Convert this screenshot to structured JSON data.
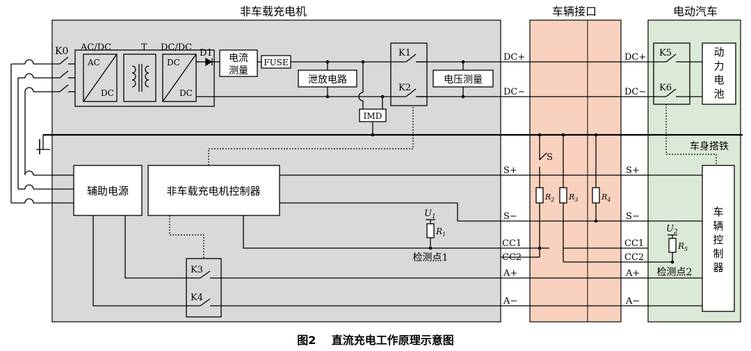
{
  "colors": {
    "charger_bg": "#d9d9d9",
    "interface_bg": "#f8d2be",
    "vehicle_bg": "#dbead6",
    "line": "#000000"
  },
  "sections": {
    "charger": "非车载充电机",
    "interface": "车辆接口",
    "vehicle": "电动汽车"
  },
  "charger": {
    "k0": "K0",
    "acdc_title": "AC/DC",
    "acdc_in": "AC",
    "acdc_out": "DC",
    "transformer": "T",
    "dcdc_title": "DC/DC",
    "dcdc_in": "DC",
    "dcdc_out": "DC",
    "d1": "D1",
    "current_meas": [
      "电流",
      "测量"
    ],
    "fuse": "FUSE",
    "discharge": "泄放电路",
    "imd": "IMD",
    "k1": "K1",
    "k2": "K2",
    "voltage_meas": "电压测量",
    "aux_power": "辅助电源",
    "controller": "非车载充电机控制器",
    "k3": "K3",
    "k4": "K4",
    "u1": "U",
    "u1_sub": "1",
    "r1": "R",
    "r1_sub": "1",
    "check1": "检测点1"
  },
  "terminals": {
    "left": [
      "DC+",
      "DC−",
      "S+",
      "S−",
      "CC1",
      "CC2",
      "A+",
      "A−"
    ],
    "right": [
      "DC+",
      "DC−",
      "S+",
      "S−",
      "CC1",
      "CC2",
      "A+",
      "A−"
    ]
  },
  "interface": {
    "s": "S",
    "r2": "R",
    "r2_sub": "2",
    "r3": "R",
    "r3_sub": "3",
    "r4": "R",
    "r4_sub": "4"
  },
  "vehicle": {
    "k5": "K5",
    "k6": "K6",
    "battery": [
      "动",
      "力",
      "电",
      "池"
    ],
    "body_ground": "车身搭铁",
    "u2": "U",
    "u2_sub": "2",
    "r5": "R",
    "r5_sub": "5",
    "check2": "检测点2",
    "vcu": [
      "车",
      "辆",
      "控",
      "制",
      "器"
    ]
  },
  "caption": "图2    直流充电工作原理示意图"
}
